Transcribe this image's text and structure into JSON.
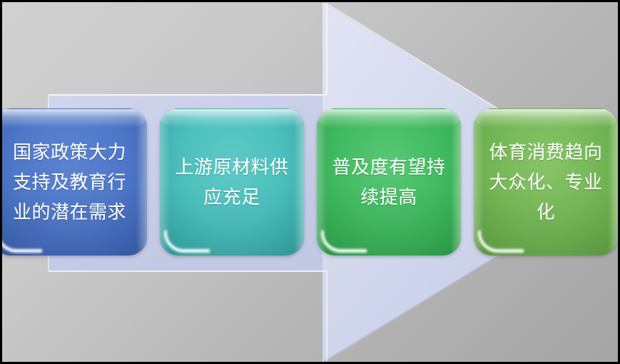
{
  "diagram": {
    "type": "process-arrow",
    "title": "",
    "background": {
      "gradient_from": "#d0d0d0",
      "gradient_to": "#a5a5a5",
      "frame_color": "#000000"
    },
    "arrow": {
      "name": "right-pointing-arrow",
      "fill": "#ccd2ea",
      "edge_light": "#eef0f8",
      "edge_shadow": "#b4bcd8",
      "direction": "right"
    },
    "boxes": [
      {
        "id": "box-0",
        "label": "国家政策大力\n支持及教育行\n业的潜在需求",
        "color": "#4f78c8",
        "text_color": "#ffffff"
      },
      {
        "id": "box-1",
        "label": "上游原材料供\n应充足",
        "color": "#4cc0bd",
        "text_color": "#ffffff"
      },
      {
        "id": "box-2",
        "label": "普及度有望持\n续提高",
        "color": "#43bb62",
        "text_color": "#ffffff"
      },
      {
        "id": "box-3",
        "label": "体育消费趋向\n大众化、专业\n化",
        "color": "#76b857",
        "text_color": "#ffffff"
      }
    ]
  }
}
